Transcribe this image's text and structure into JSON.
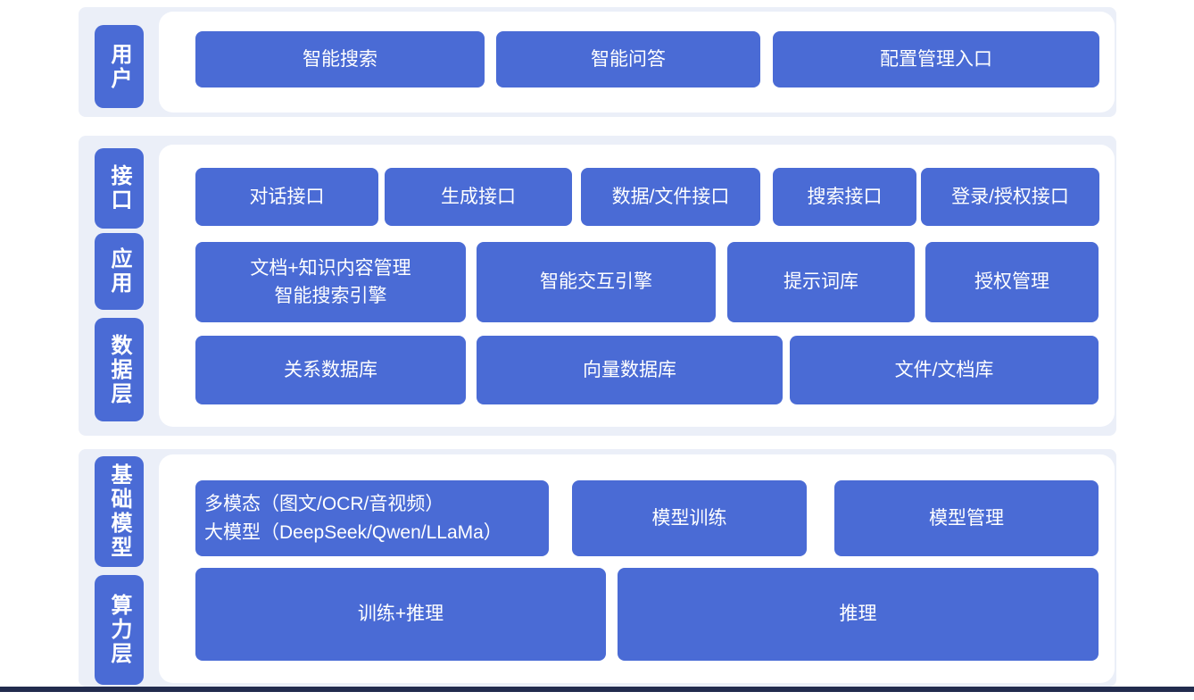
{
  "colors": {
    "accent": "#4a6bd5",
    "band": "#ebeff8",
    "panel": "#ffffff",
    "footer": "#222c4e"
  },
  "layers": {
    "user": {
      "label": "用户",
      "buttons": [
        "智能搜索",
        "智能问答",
        "配置管理入口"
      ]
    },
    "middle": {
      "labels": [
        "接口",
        "应用",
        "数据层"
      ],
      "interface_row": [
        "对话接口",
        "生成接口",
        "数据/文件接口",
        "搜索接口",
        "登录/授权接口"
      ],
      "application_row": [
        "文档+知识内容管理\n智能搜索引擎",
        "智能交互引擎",
        "提示词库",
        "授权管理"
      ],
      "data_row": [
        "关系数据库",
        "向量数据库",
        "文件/文档库"
      ]
    },
    "foundation": {
      "labels": [
        "基础模型",
        "算力层"
      ],
      "model_row": [
        "多模态（图文/OCR/音视频）\n大模型（DeepSeek/Qwen/LLaMa）",
        "模型训练",
        "模型管理"
      ],
      "compute_row": [
        "训练+推理",
        "推理"
      ]
    }
  }
}
